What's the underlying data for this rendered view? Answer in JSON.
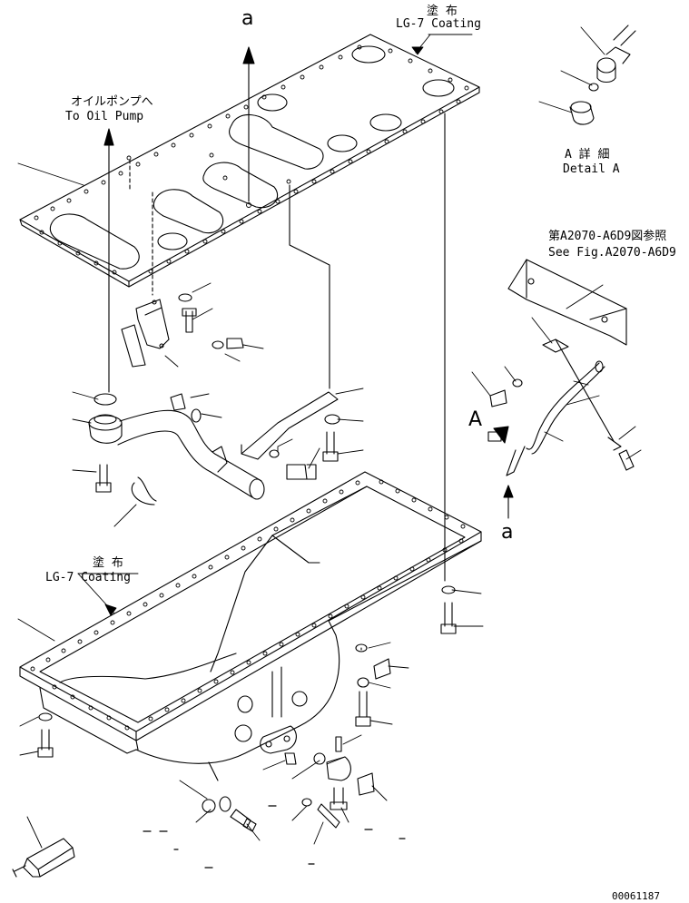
{
  "labels": {
    "coating_top_jp": "塗 布",
    "coating_top_en": "LG-7 Coating",
    "oil_pump_jp": "オイルポンプへ",
    "oil_pump_en": "To Oil Pump",
    "detail_jp": "A 詳 細",
    "detail_en": "Detail A",
    "see_fig_jp": "第A2070-A6D9図参照",
    "see_fig_en": "See Fig.A2070-A6D9",
    "coating_pan_jp": "塗 布",
    "coating_pan_en": "LG-7 Coating",
    "letter_a_top": "a",
    "letter_a_bottom": "a",
    "letter_A_view": "A",
    "drawing_number": "00061187"
  }
}
